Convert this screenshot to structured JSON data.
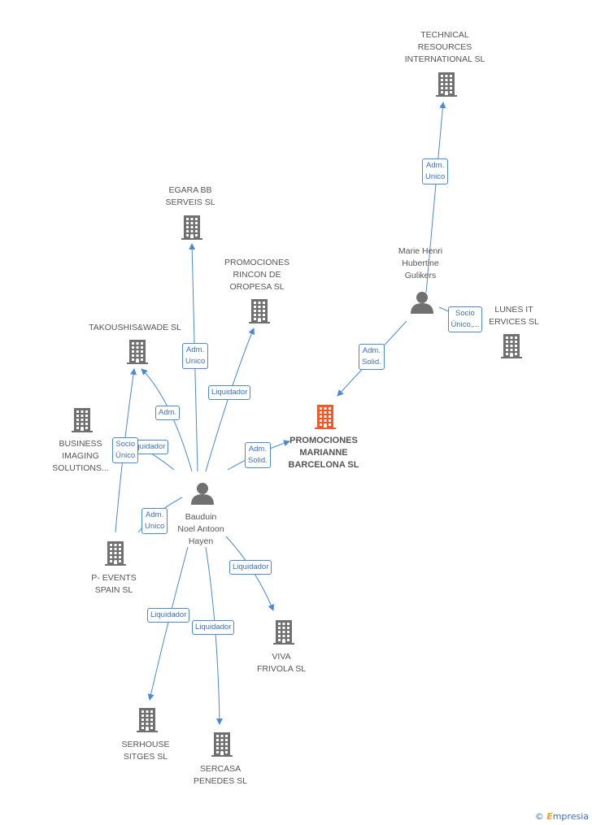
{
  "colors": {
    "edge": "#4a88d8",
    "building": "#707070",
    "main_building": "#f05a28",
    "person": "#707070"
  },
  "nodes": {
    "technical": {
      "label": "TECHNICAL\nRESOURCES\nINTERNATIONAL SL",
      "icon": "building-icon"
    },
    "egara": {
      "label": "EGARA BB\nSERVEIS SL",
      "icon": "building-icon"
    },
    "rincon": {
      "label": "PROMOCIONES\nRINCON DE\nOROPESA SL",
      "icon": "building-icon"
    },
    "takoushis": {
      "label": "TAKOUSHIS&WADE SL",
      "icon": "building-icon"
    },
    "business": {
      "label": "BUSINESS\nIMAGING\nSOLUTIONS...",
      "icon": "building-icon"
    },
    "marianne": {
      "label": "PROMOCIONES\nMARIANNE\nBARCELONA SL",
      "icon": "building-icon"
    },
    "lunes": {
      "label": "LUNES IT\nERVICES  SL",
      "icon": "building-icon"
    },
    "pevents": {
      "label": "P- EVENTS\nSPAIN SL",
      "icon": "building-icon"
    },
    "viva": {
      "label": "VIVA\nFRIVOLA SL",
      "icon": "building-icon"
    },
    "serhouse": {
      "label": "SERHOUSE\nSITGES SL",
      "icon": "building-icon"
    },
    "sercasa": {
      "label": "SERCASA\nPENEDES SL",
      "icon": "building-icon"
    },
    "marie": {
      "label": "Marie Henri\nHubertine\nGulikers",
      "icon": "person-icon"
    },
    "bauduin": {
      "label": "Bauduin\nNoel Antoon\nHayen",
      "icon": "person-icon"
    }
  },
  "edges": [
    {
      "id": "marie-technical",
      "label": "Adm.\nUnico"
    },
    {
      "id": "marie-marianne",
      "label": "Adm.\nSolid."
    },
    {
      "id": "marie-lunes",
      "label": "Socio\nÚnico,..."
    },
    {
      "id": "bauduin-egara",
      "label": "Adm.\nUnico"
    },
    {
      "id": "bauduin-rincon",
      "label": "Liquidador"
    },
    {
      "id": "bauduin-takoushis",
      "label": "Adm."
    },
    {
      "id": "bauduin-business",
      "label": "Liquidador"
    },
    {
      "id": "pevents-takoushis",
      "label": "Socio\nÚnico"
    },
    {
      "id": "bauduin-marianne",
      "label": "Adm.\nSolid."
    },
    {
      "id": "bauduin-pevents",
      "label": "Adm.\nUnico"
    },
    {
      "id": "bauduin-viva",
      "label": "Liquidador"
    },
    {
      "id": "bauduin-serhouse",
      "label": "Liquidador"
    },
    {
      "id": "bauduin-sercasa",
      "label": "Liquidador"
    }
  ],
  "watermark": {
    "copyright": "©",
    "brand_initial": "E",
    "brand_rest": "mpresia"
  }
}
